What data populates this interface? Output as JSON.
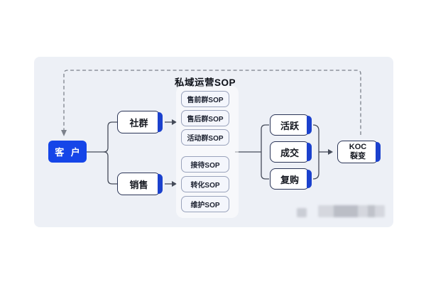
{
  "diagram": {
    "title": "私域运营SOP",
    "nodes": {
      "customer": {
        "label": "客 户"
      },
      "community": {
        "label": "社群"
      },
      "sales": {
        "label": "销售"
      },
      "sop_community": [
        "售前群SOP",
        "售后群SOP",
        "活动群SOP"
      ],
      "sop_sales": [
        "接待SOP",
        "转化SOP",
        "维护SOP"
      ],
      "outcomes": [
        "活跃",
        "成交",
        "复购"
      ],
      "koc": {
        "line1": "KOC",
        "line2": "裂变"
      }
    },
    "flow": "客户 → 社群/销售 → 私域运营SOP → 活跃/成交/复购 → KOC裂变 → (虚线回流) 客户",
    "colors": {
      "panel_background": "#edf0f6",
      "primary_blue": "#1545e8",
      "accent_edge_blue": "#1b41cd",
      "node_border": "#2b3557",
      "sop_fill": "#f4f6fc",
      "sop_border": "#9aa3bc",
      "connector": "#454b59",
      "dashed_loop": "#7c818b"
    }
  }
}
